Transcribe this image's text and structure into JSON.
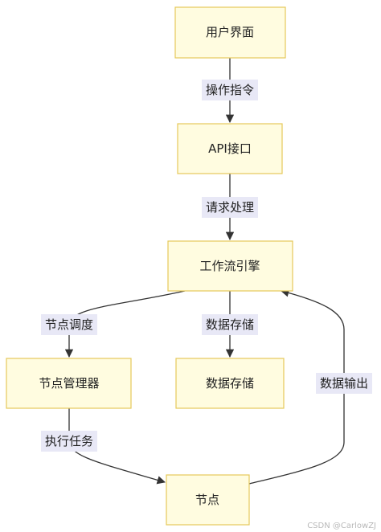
{
  "diagram": {
    "nodes": {
      "ui": "用户界面",
      "api": "API接口",
      "engine": "工作流引擎",
      "node_manager": "节点管理器",
      "storage": "数据存储",
      "node": "节点"
    },
    "edges": {
      "ui_to_api": "操作指令",
      "api_to_engine": "请求处理",
      "engine_to_manager": "节点调度",
      "engine_to_storage": "数据存储",
      "manager_to_node": "执行任务",
      "node_to_engine": "数据输出"
    },
    "colors": {
      "node_fill": "#FFFCE0",
      "node_border": "#E5C95A",
      "edge_label_bg": "#E8E8F6",
      "edge": "#333333"
    }
  },
  "watermark": "CSDN @CarlowZJ"
}
